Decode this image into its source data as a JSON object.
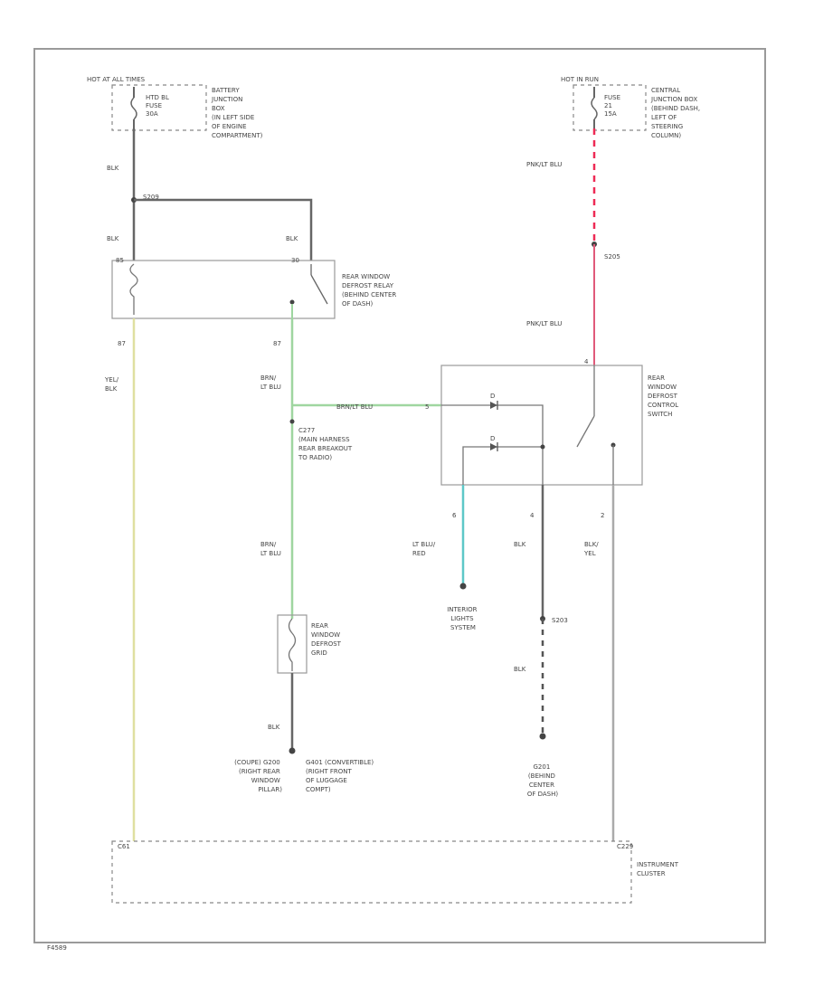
{
  "colors": {
    "wire_black": "#666666",
    "wire_pink": "#e05a7a",
    "wire_red": "#ee2a55",
    "wire_yellow": "#dfe0a0",
    "wire_green": "#9fd6a0",
    "wire_cyan": "#5ec8c8",
    "wire_gray": "#aaaaaa"
  },
  "labels": {
    "hot_at_all_times": "HOT AT ALL TIMES",
    "fuse_left": [
      "HTD BL",
      "FUSE",
      "30A"
    ],
    "battery_jbox": [
      "BATTERY",
      "JUNCTION",
      "BOX",
      "(IN LEFT SIDE",
      "OF ENGINE",
      "COMPARTMENT)"
    ],
    "blk_1": "BLK",
    "splice_top": "S209",
    "blk_2": "BLK",
    "blk_3": "BLK",
    "relay_pin_l": "85",
    "relay_pin_r": "30",
    "relay_desc": [
      "REAR WINDOW",
      "DEFROST RELAY",
      "(BEHIND CENTER",
      "OF DASH)"
    ],
    "pin_87_left": "87",
    "pin_87_right": "87",
    "yel_blk": [
      "YEL/",
      "BLK"
    ],
    "brn_ltblu_1": [
      "BRN/",
      "LT BLU"
    ],
    "brn_ltblu_h": "BRN/LT BLU",
    "c277": [
      "C277",
      "(MAIN HARNESS",
      "REAR BREAKOUT",
      "TO RADIO)"
    ],
    "brn_ltblu_2": [
      "BRN/",
      "LT BLU"
    ],
    "grid_desc": [
      "REAR",
      "WINDOW",
      "DEFROST",
      "GRID"
    ],
    "blk_grid": "BLK",
    "ground_left": [
      "(COUPE)  G200",
      "(RIGHT REAR",
      "WINDOW",
      "PILLAR)"
    ],
    "ground_right": [
      "G401   (CONVERTIBLE)",
      "(RIGHT FRONT",
      "OF LUGGAGE",
      "COMPT)"
    ],
    "hot_in_run": "HOT IN RUN",
    "fuse_right": [
      "FUSE",
      "21",
      "15A"
    ],
    "central_jbox": [
      "CENTRAL",
      "JUNCTION BOX",
      "(BEHIND DASH,",
      "LEFT OF",
      "STEERING",
      "COLUMN)"
    ],
    "pk_ltblu_1": "PNK/LT BLU",
    "s205": "S205",
    "pk_ltblu_2": "PNK/LT BLU",
    "switch_pin_top": "4",
    "switch_pin_left": "5",
    "switch_desc": [
      "REAR",
      "WINDOW",
      "DEFROST",
      "CONTROL",
      "SWITCH"
    ],
    "switch_d1": "D",
    "switch_d2": "D",
    "pin_6": "6",
    "pin_4": "4",
    "pin_2": "2",
    "ltblu_red": [
      "LT BLU/",
      "RED"
    ],
    "interior_lights": [
      "INTERIOR",
      "LIGHTS",
      "SYSTEM"
    ],
    "blk_sw": "BLK",
    "blk_yel": [
      "BLK/",
      "YEL"
    ],
    "s203": "S203",
    "blk_s203": "BLK",
    "g201": [
      "G201",
      "(BEHIND",
      "CENTER",
      "OF DASH)"
    ],
    "cluster_pin_l": "C61",
    "cluster_pin_r": "C229",
    "instrument_cluster": [
      "INSTRUMENT",
      "CLUSTER"
    ],
    "footer_code": "F4589"
  }
}
